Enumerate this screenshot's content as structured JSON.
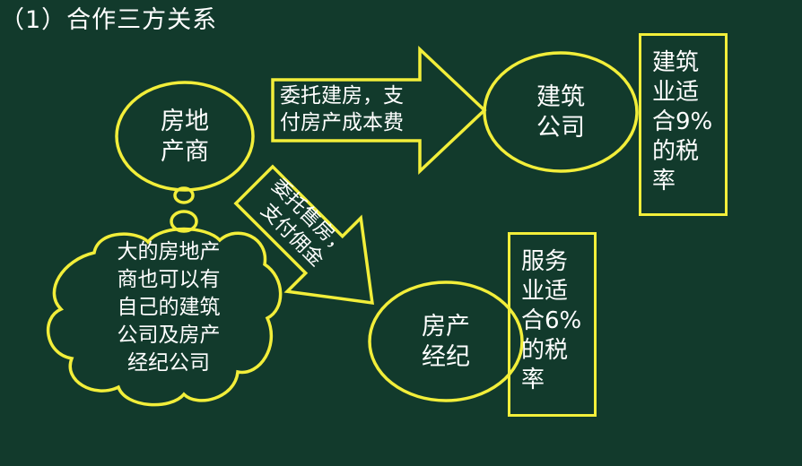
{
  "title": "（1）合作三方关系",
  "developer": {
    "lines": [
      "房地",
      "产商"
    ]
  },
  "builder": {
    "lines": [
      "建筑",
      "公司"
    ]
  },
  "agency": {
    "lines": [
      "房产",
      "经纪"
    ]
  },
  "arrow_top": {
    "lines": [
      "委托建房，支",
      "付房产成本费"
    ]
  },
  "arrow_diag": {
    "lines": [
      "委托售房，",
      "支付佣金"
    ]
  },
  "thought": {
    "lines": [
      "大的房地产",
      "商也可以有",
      "自己的建筑",
      "公司及房产",
      "经纪公司"
    ]
  },
  "tax_builder": {
    "lines": [
      "建筑",
      "业适",
      "合9%",
      "的税",
      "率"
    ]
  },
  "tax_agency": {
    "lines": [
      "服务",
      "业适",
      "合6%",
      "的税",
      "率"
    ]
  },
  "colors": {
    "background": "#123a2c",
    "stroke": "#f2ee3a",
    "text": "#ffffff"
  }
}
